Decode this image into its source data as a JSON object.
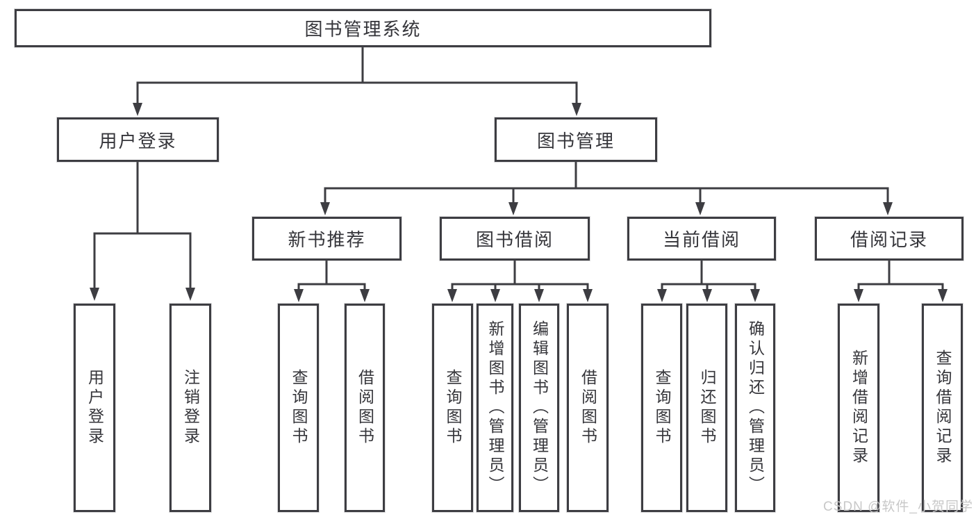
{
  "diagram": {
    "title": "图书管理系统",
    "tree": {
      "root": {
        "label": "图书管理系统"
      },
      "level1": [
        {
          "label": "用户登录",
          "children": [
            {
              "label": "用户登录"
            },
            {
              "label": "注销登录"
            }
          ]
        },
        {
          "label": "图书管理",
          "children": [
            {
              "label": "新书推荐",
              "children": [
                {
                  "label": "查询图书"
                },
                {
                  "label": "借阅图书"
                }
              ]
            },
            {
              "label": "图书借阅",
              "children": [
                {
                  "label": "查询图书"
                },
                {
                  "label": "新增图书（管理员）"
                },
                {
                  "label": "编辑图书（管理员）"
                },
                {
                  "label": "借阅图书"
                }
              ]
            },
            {
              "label": "当前借阅",
              "children": [
                {
                  "label": "查询图书"
                },
                {
                  "label": "归还图书"
                },
                {
                  "label": "确认归还（管理员）"
                }
              ]
            },
            {
              "label": "借阅记录",
              "children": [
                {
                  "label": "新增借阅记录"
                },
                {
                  "label": "查询借阅记录"
                }
              ]
            }
          ]
        }
      ]
    },
    "watermark": "CSDN @软件_小贺同学",
    "colors": {
      "line": "#3d3d42",
      "text": "#35353a",
      "watermark": "#c8c8c8",
      "background": "#ffffff"
    }
  }
}
